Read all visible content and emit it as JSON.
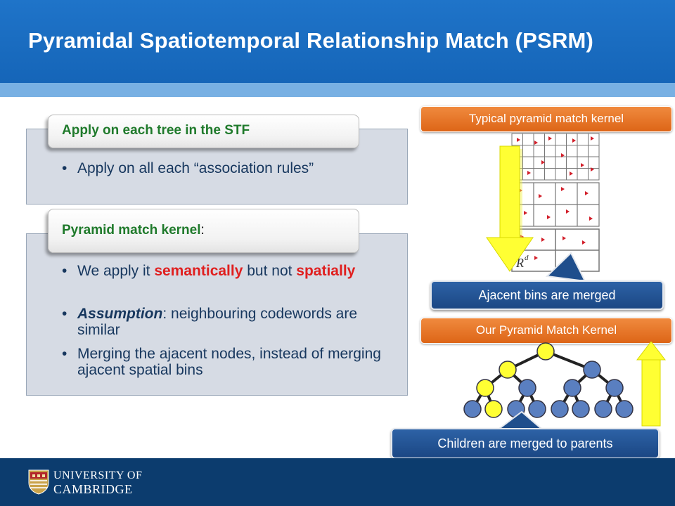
{
  "header": {
    "title": "Pyramidal Spatiotemporal Relationship  Match (PSRM)"
  },
  "panel_1": {
    "tab": "Apply on each tree in the STF",
    "bullets": [
      "Apply on all each “association rules”"
    ]
  },
  "panel_2": {
    "tab": "Pyramid match kernel",
    "tab_colon": ":",
    "b1_pre": "We apply it ",
    "b1_red1": "semantically",
    "b1_mid": " but not ",
    "b1_red2": "spatially",
    "b2_em": "Assumption",
    "b2_rest": ": neighbouring codewords are similar",
    "b3": "Merging the ajacent nodes, instead of merging ajacent spatial bins"
  },
  "right": {
    "label_top": "Typical pyramid match kernel",
    "callout_top": "Ajacent bins are merged",
    "label_bottom": "Our Pyramid Match Kernel",
    "callout_bottom": "Children are merged to parents",
    "grid_symbol": "R",
    "grid_superscript": "d"
  },
  "footer": {
    "line1": "UNIVERSITY OF",
    "line2": "CAMBRIDGE"
  },
  "colors": {
    "header_blue": "#1565b8",
    "band_blue": "#78b0e3",
    "footer_navy": "#0c3c6e",
    "tab_green": "#1f7a2b",
    "emphasis_red": "#e01f1f",
    "bullet_navy": "#17375e",
    "label_orange": "#e5741f",
    "callout_blue": "#1f4e8c",
    "node_yellow": "#ffff33",
    "node_blue": "#5a7fc0"
  },
  "icons": [
    "university-crest-icon",
    "down-arrow-icon",
    "up-arrow-icon",
    "bullet-icon"
  ]
}
